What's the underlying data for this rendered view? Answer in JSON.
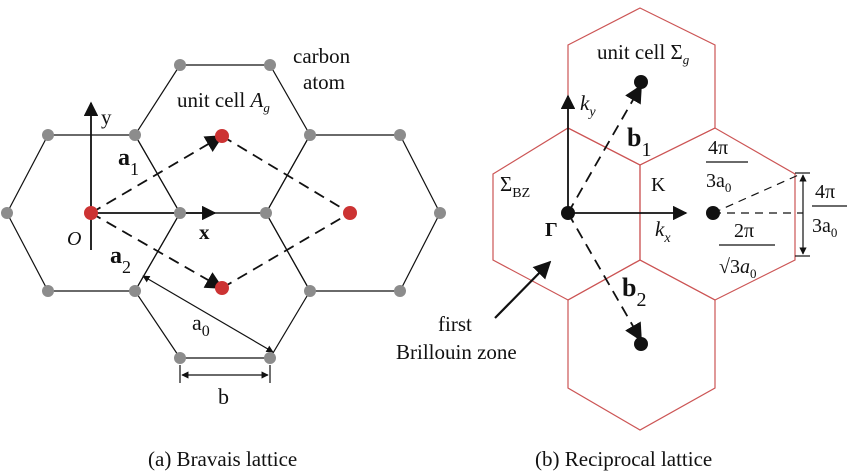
{
  "panel_a": {
    "labels": {
      "carbon_line1": "carbon",
      "carbon_line2": "atom",
      "unit_cell": "unit cell",
      "unit_cell_sym": "A",
      "unit_cell_sub": "g",
      "y_axis": "y",
      "x_axis": "x",
      "origin": "O",
      "a1": "a",
      "a1_sub": "1",
      "a2": "a",
      "a2_sub": "2",
      "a0": "a",
      "a0_sub": "0",
      "b": "b"
    },
    "caption": "(a) Bravais lattice"
  },
  "panel_b": {
    "labels": {
      "unit_cell": "unit cell",
      "unit_cell_sym": "Σ",
      "unit_cell_sub": "g",
      "ky": "k",
      "ky_sub": "y",
      "kx": "k",
      "kx_sub": "x",
      "b1": "b",
      "b1_sub": "1",
      "b2": "b",
      "b2_sub": "2",
      "sigma_bz": "Σ",
      "sigma_bz_sub": "BZ",
      "K": "K",
      "Gamma": "Γ",
      "first_line1": "first",
      "first_line2": "Brillouin zone",
      "frac1_num": "4π",
      "frac1_den": "3a",
      "frac1_den_sub": "0",
      "frac2_num": "2π",
      "frac2_den_root": "√3",
      "frac2_den": "a",
      "frac2_den_sub": "0",
      "frac3_num": "4π",
      "frac3_den": "3a",
      "frac3_den_sub": "0"
    },
    "caption": "(b) Reciprocal lattice"
  },
  "colors": {
    "atom_gray": "#8c8c8c",
    "atom_red": "#cc3333",
    "hex_red": "#cc5555",
    "line": "#111111"
  }
}
